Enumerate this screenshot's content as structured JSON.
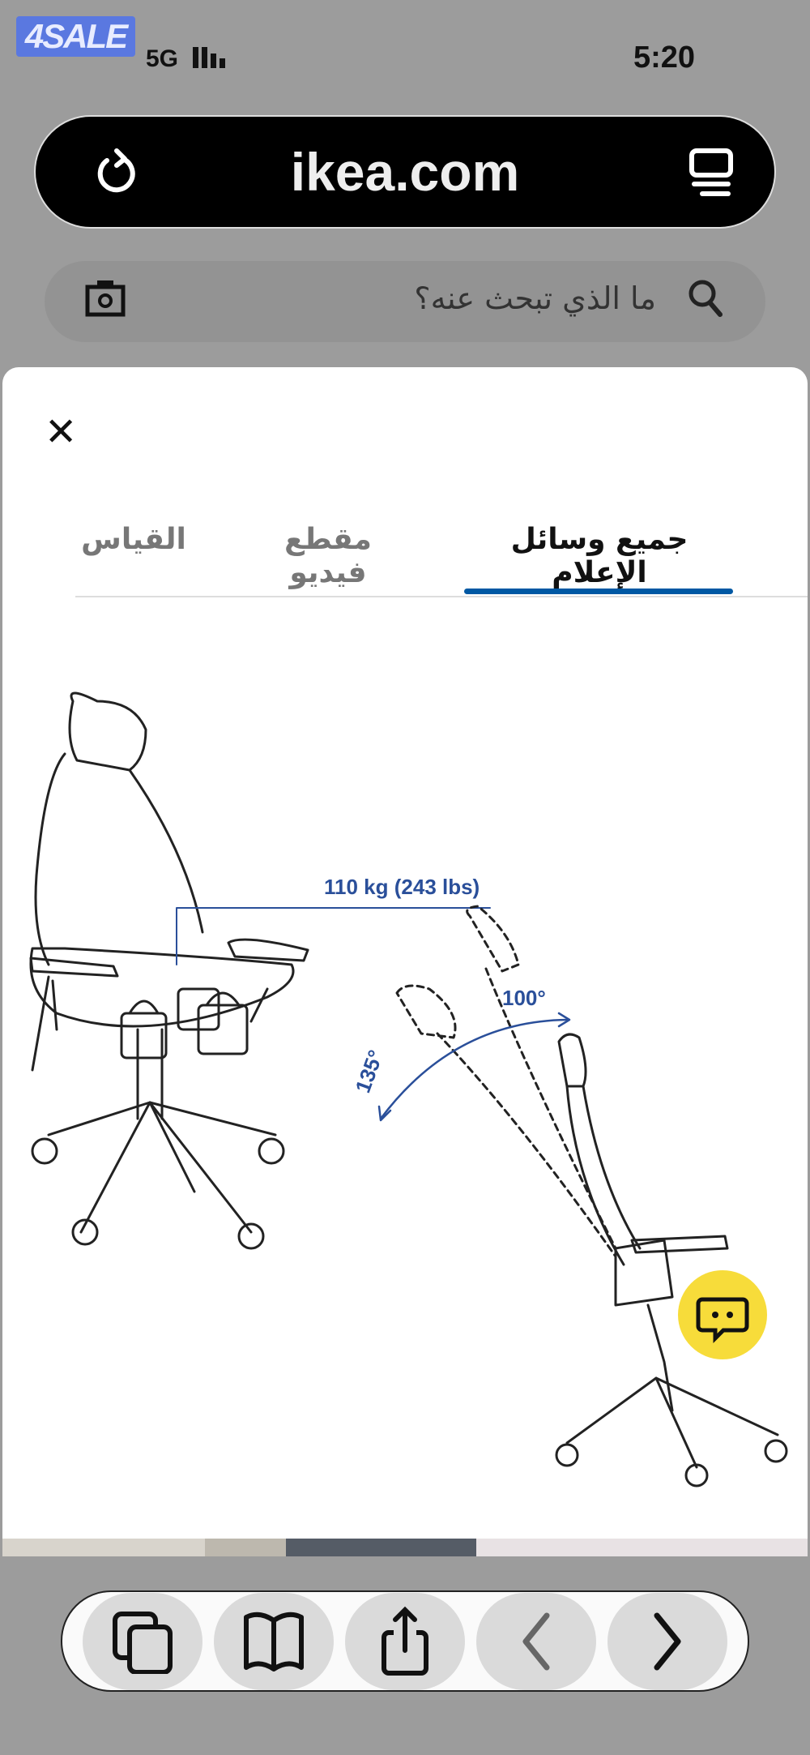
{
  "watermark": "4SALE",
  "status_bar": {
    "time": "5:20",
    "network": "5G"
  },
  "browser": {
    "url": "ikea.com"
  },
  "search": {
    "placeholder": "ما الذي تبحث عنه؟"
  },
  "media_sheet": {
    "tabs": [
      {
        "label": "جميع وسائل الإعلام",
        "active": true
      },
      {
        "label": "مقطع فيديو",
        "active": false
      },
      {
        "label": "القياس",
        "active": false
      }
    ],
    "image": {
      "load_label": "110 kg (243 lbs)",
      "angle_upright": "100°",
      "angle_recline": "135°"
    }
  },
  "colors": {
    "accent": "#0058a3",
    "chat_button": "#f7dc3a",
    "annotation": "#2a4f9a"
  },
  "toolbar": {
    "items": [
      "tabs-icon",
      "bookmarks-icon",
      "share-icon",
      "back-icon",
      "forward-icon"
    ]
  }
}
